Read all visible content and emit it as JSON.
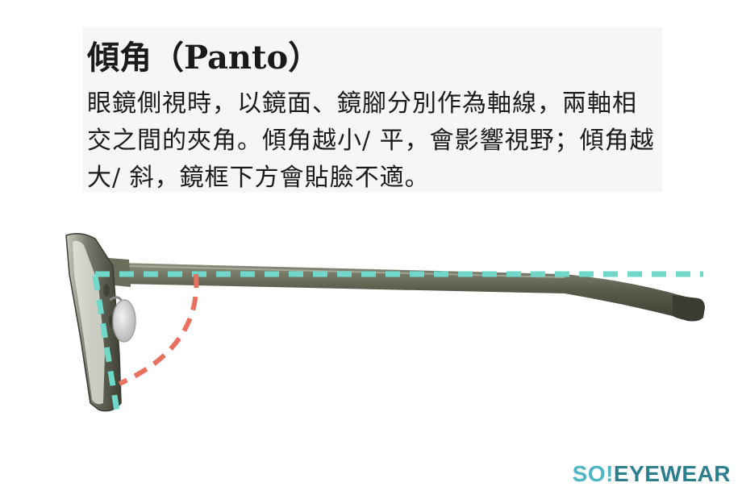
{
  "caption": {
    "title": "傾角（Panto）",
    "body": "眼鏡側視時，以鏡面、鏡腳分別作為軸線，兩軸相交之間的夾角。傾角越小/ 平，會影響視野；傾角越大/ 斜，鏡框下方會貼臉不適。"
  },
  "logo": {
    "so": "SO!",
    "brand": "EYEWEAR"
  },
  "colors": {
    "axis_line": "#6fd8c9",
    "angle_arc": "#e8705e",
    "frame": "#5a5c4e",
    "background": "#ffffff"
  }
}
